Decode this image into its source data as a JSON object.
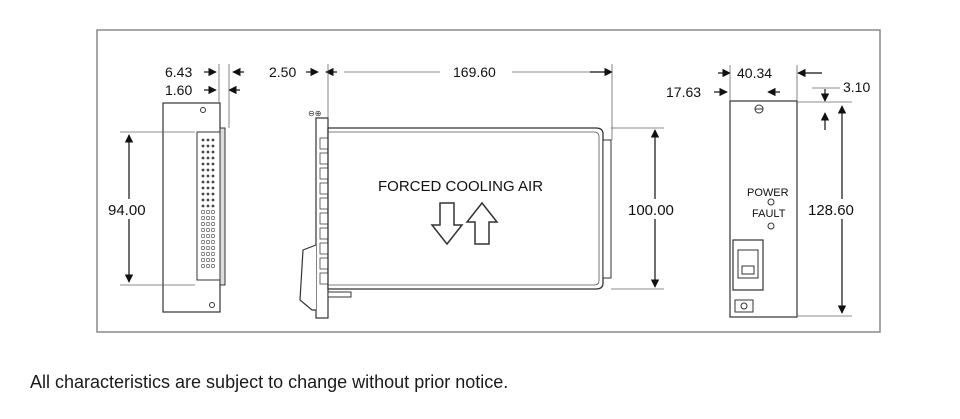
{
  "diagram": {
    "dims": {
      "front_depth": "6.43",
      "front_thickness": "1.60",
      "front_height": "94.00",
      "flange": "2.50",
      "length": "169.60",
      "side_height": "100.00",
      "rear_top_width": "40.34",
      "rear_left": "17.63",
      "rear_right": "3.10",
      "rear_height": "128.60"
    },
    "labels": {
      "airflow": "FORCED COOLING AIR",
      "power": "POWER",
      "fault": "FAULT"
    }
  },
  "footer": {
    "note": "All characteristics are subject to change without prior notice."
  }
}
